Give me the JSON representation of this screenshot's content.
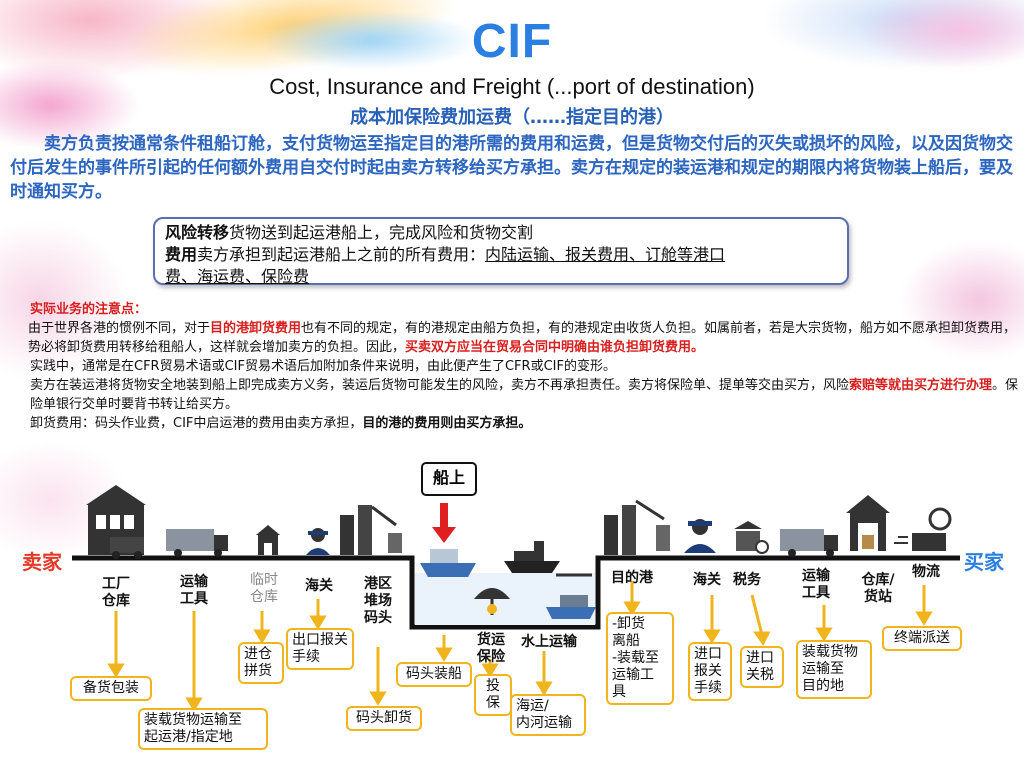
{
  "header": {
    "title": "CIF",
    "subtitle": "Cost, Insurance and Freight (...port of destination)",
    "cn_subtitle": "成本加保险费加运费（……指定目的港）",
    "intro": "卖方负责按通常条件租船订舱，支付货物运至指定目的港所需的费用和运费，但是货物交付后的灭失或损坏的风险，以及因货物交付后发生的事件所引起的任何额外费用自交付时起由卖方转移给买方承担。卖方在规定的装运港和规定的期限内将货物装上船后，要及时通知买方。"
  },
  "summary_box": {
    "risk_label": "风险转移",
    "risk_text": "货物送到起运港船上，完成风险和货物交割",
    "cost_label": "费用",
    "cost_text_a": "卖方承担到起运港船上之前的所有费用：",
    "cost_text_b": "内陆运输、报关费用、订舱等港口",
    "cost_text_c": "费、海运费、保险费"
  },
  "notes": {
    "heading": "实际业务的注意点：",
    "p1_a": "由于世界各港的惯例不同，对于",
    "p1_b": "目的港卸货费用",
    "p1_c": "也有不同的规定，有的港规定由船方负担，有的港规定由收货人负担。如属前者，若是大宗货物，船方如不愿承担卸货费用，势必将卸货费用转移给租船人，这样就会增加卖方的负担。因此，",
    "p1_d": "买卖双方应当在贸易合同中明确由谁负担卸货费用。",
    "p2": "实践中，通常是在CFR贸易术语或CIF贸易术语后加附加条件来说明，由此便产生了CFR或CIF的变形。",
    "p3_a": "卖方在装运港将货物安全地装到船上即完成卖方义务，装运后货物可能发生的风险，卖方不再承担责任。卖方将保险单、提单等交由买方，风险",
    "p3_b": "索赔等就由买方进行办理",
    "p3_c": "。保险单银行交单时要背书转让给买方。",
    "p4_a": "卸货费用：码头作业费，CIF中启运港的费用由卖方承担，",
    "p4_b": "目的港的费用则由买方承担。"
  },
  "diagram": {
    "seller": "卖家",
    "buyer": "买家",
    "on_board": "船上",
    "labels": {
      "factory": "工厂\n仓库",
      "transport1": "运输\n工具",
      "temp_warehouse": "临时\n仓库",
      "customs1": "海关",
      "port_yard": "港区\n堆场\n码头",
      "cargo_insurance": "货运\n保险",
      "water_transport": "水上运输",
      "dest_port": "目的港",
      "customs2": "海关",
      "tax": "税务",
      "transport2": "运输\n工具",
      "warehouse_station": "仓库/\n货站",
      "logistics": "物流"
    },
    "boxes": {
      "packing": "备货包装",
      "loading_to_port": "装载货物运输至\n起运港/指定地",
      "consolidation": "进仓\n拼货",
      "export_declaration": "出口报关\n手续",
      "dock_unloading": "码头卸货",
      "dock_loading": "码头装船",
      "insure": "投保",
      "ocean_river": "海运/\n内河运输",
      "unload_leave": "-卸货\n离船\n-装载至\n运输工\n具",
      "import_declaration": "进口\n报关\n手续",
      "import_tax": "进口\n关税",
      "transport_dest": "装载货物\n运输至\n目的地",
      "last_mile": "终端派送"
    }
  },
  "colors": {
    "title_blue": "#2b7fe0",
    "seller_red": "#e53a2a",
    "box_yellow": "#f0b51c",
    "arrow_red": "#e02020"
  }
}
